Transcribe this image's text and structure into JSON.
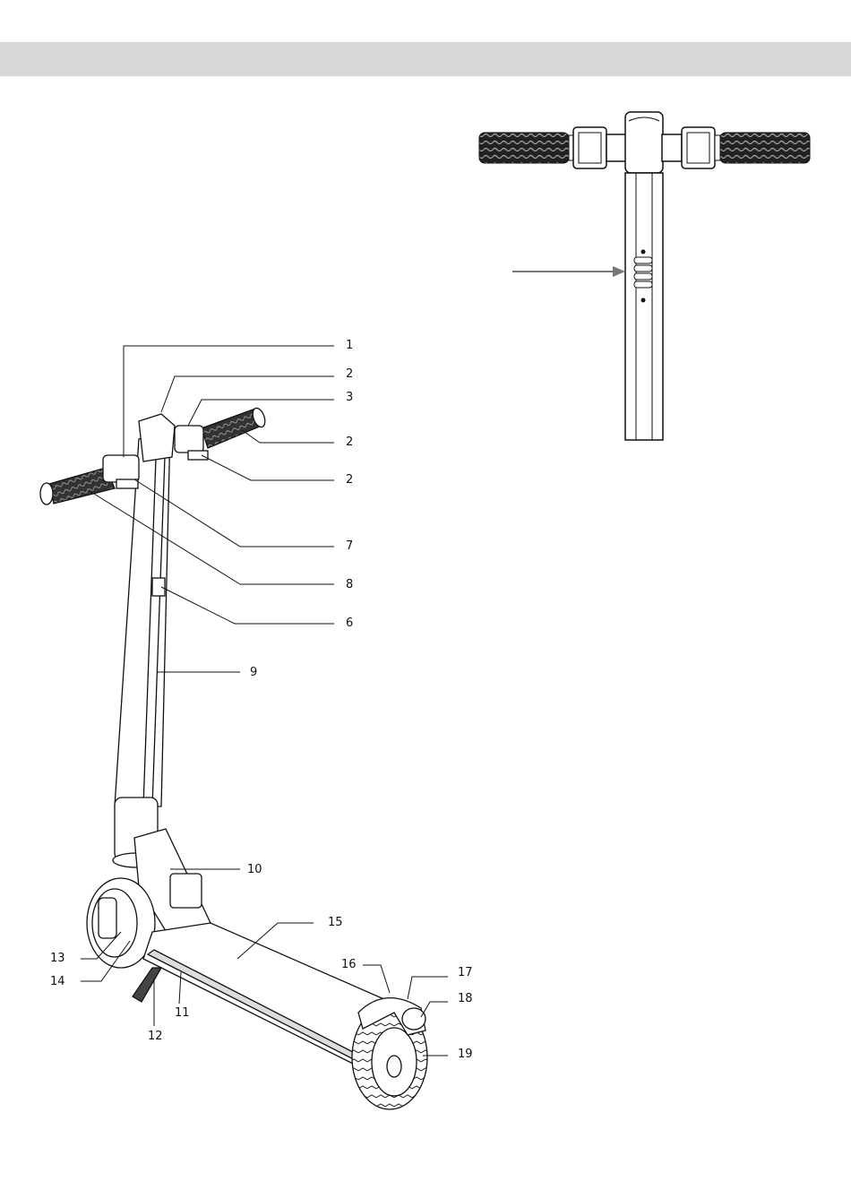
{
  "header": {
    "title": ""
  },
  "callouts": [
    {
      "id": "c1",
      "label": "1"
    },
    {
      "id": "c2a",
      "label": "2"
    },
    {
      "id": "c3",
      "label": "3"
    },
    {
      "id": "c2b",
      "label": "2"
    },
    {
      "id": "c2c",
      "label": "2"
    },
    {
      "id": "c7",
      "label": "7"
    },
    {
      "id": "c8",
      "label": "8"
    },
    {
      "id": "c6",
      "label": "6"
    },
    {
      "id": "c9",
      "label": "9"
    },
    {
      "id": "c10",
      "label": "10"
    },
    {
      "id": "c15",
      "label": "15"
    },
    {
      "id": "c16",
      "label": "16"
    },
    {
      "id": "c17",
      "label": "17"
    },
    {
      "id": "c18",
      "label": "18"
    },
    {
      "id": "c19",
      "label": "19"
    },
    {
      "id": "c13",
      "label": "13"
    },
    {
      "id": "c14",
      "label": "14"
    },
    {
      "id": "c11",
      "label": "11"
    },
    {
      "id": "c12",
      "label": "12"
    }
  ],
  "colors": {
    "line": "#1a1a1a",
    "grey_band": "#d8d8d8",
    "arrow": "#777777"
  }
}
